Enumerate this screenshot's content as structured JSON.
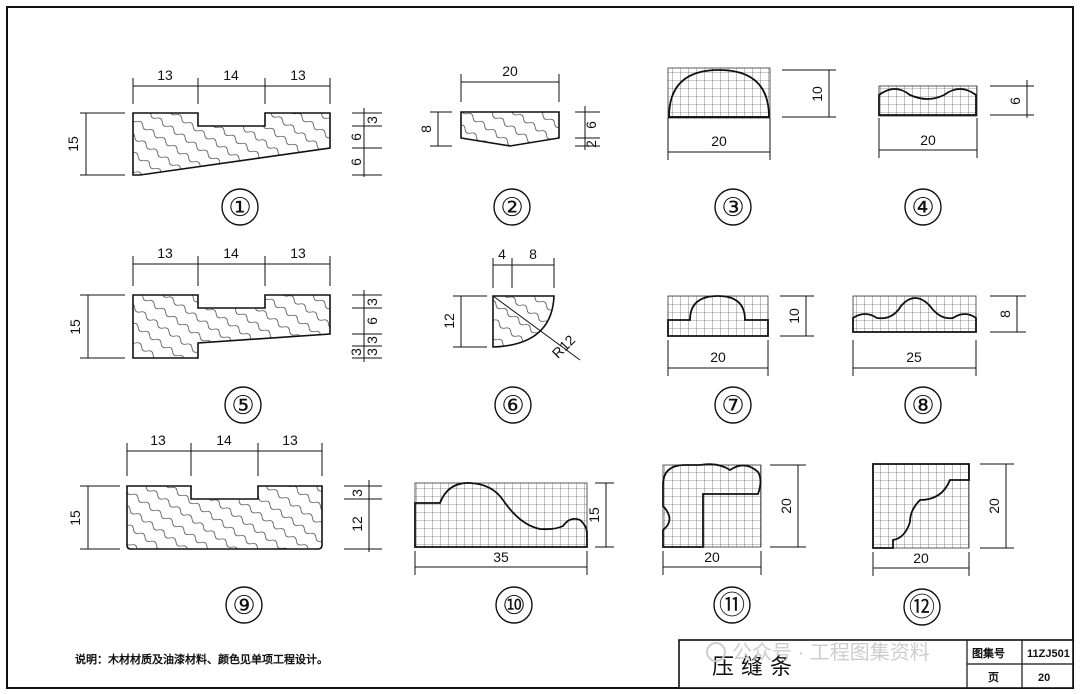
{
  "figures": [
    {
      "number": "①",
      "dims": [
        "13",
        "14",
        "13",
        "15",
        "3",
        "6",
        "6"
      ]
    },
    {
      "number": "②",
      "dims": [
        "20",
        "8",
        "6",
        "2"
      ]
    },
    {
      "number": "③",
      "dims": [
        "10",
        "20"
      ]
    },
    {
      "number": "④",
      "dims": [
        "6",
        "20"
      ]
    },
    {
      "number": "⑤",
      "dims": [
        "13",
        "14",
        "13",
        "15",
        "3",
        "6",
        "3",
        "3",
        "3"
      ]
    },
    {
      "number": "⑥",
      "dims": [
        "4",
        "8",
        "12",
        "R12"
      ]
    },
    {
      "number": "⑦",
      "dims": [
        "10",
        "20"
      ]
    },
    {
      "number": "⑧",
      "dims": [
        "8",
        "25"
      ]
    },
    {
      "number": "⑨",
      "dims": [
        "13",
        "14",
        "13",
        "15",
        "3",
        "12"
      ]
    },
    {
      "number": "⑩",
      "dims": [
        "15",
        "35"
      ]
    },
    {
      "number": "⑪",
      "dims": [
        "20",
        "20"
      ]
    },
    {
      "number": "⑫",
      "dims": [
        "20",
        "20"
      ]
    }
  ],
  "note": "说明：木材材质及油漆材料、颜色见单项工程设计。",
  "title_block": {
    "title": "压 缝 条",
    "atlas_label": "图集号",
    "atlas_code": "11ZJ501",
    "page_label": "页",
    "page_number": "20"
  },
  "watermark": "公众号 · 工程图集资料"
}
